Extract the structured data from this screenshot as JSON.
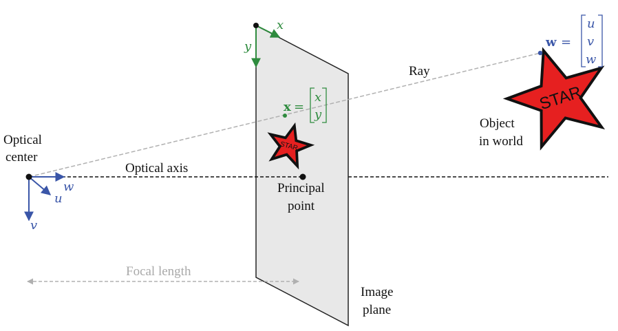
{
  "labels": {
    "optical_center_line1": "Optical",
    "optical_center_line2": "center",
    "optical_axis": "Optical axis",
    "principal_point_line1": "Principal",
    "principal_point_line2": "point",
    "ray": "Ray",
    "object_line1": "Object",
    "object_line2": "in world",
    "focal_length": "Focal length",
    "image_plane_line1": "Image",
    "image_plane_line2": "plane"
  },
  "camera_axes": {
    "w": "w",
    "u": "u",
    "v": "v"
  },
  "image_axes": {
    "x": "x",
    "y": "y"
  },
  "image_point": {
    "symbol": "x",
    "equals": "=",
    "components": [
      "x",
      "y"
    ]
  },
  "world_point": {
    "symbol": "w",
    "equals": "=",
    "components": [
      "u",
      "v",
      "w"
    ]
  },
  "star_label": "STAR",
  "colors": {
    "camera_axes": "#3a56a8",
    "image_axes": "#2e8b3e",
    "plane_fill": "#e8e8e8",
    "star_fill": "#e62020",
    "ray": "#b0b0b0",
    "focal": "#a9a9a9"
  }
}
